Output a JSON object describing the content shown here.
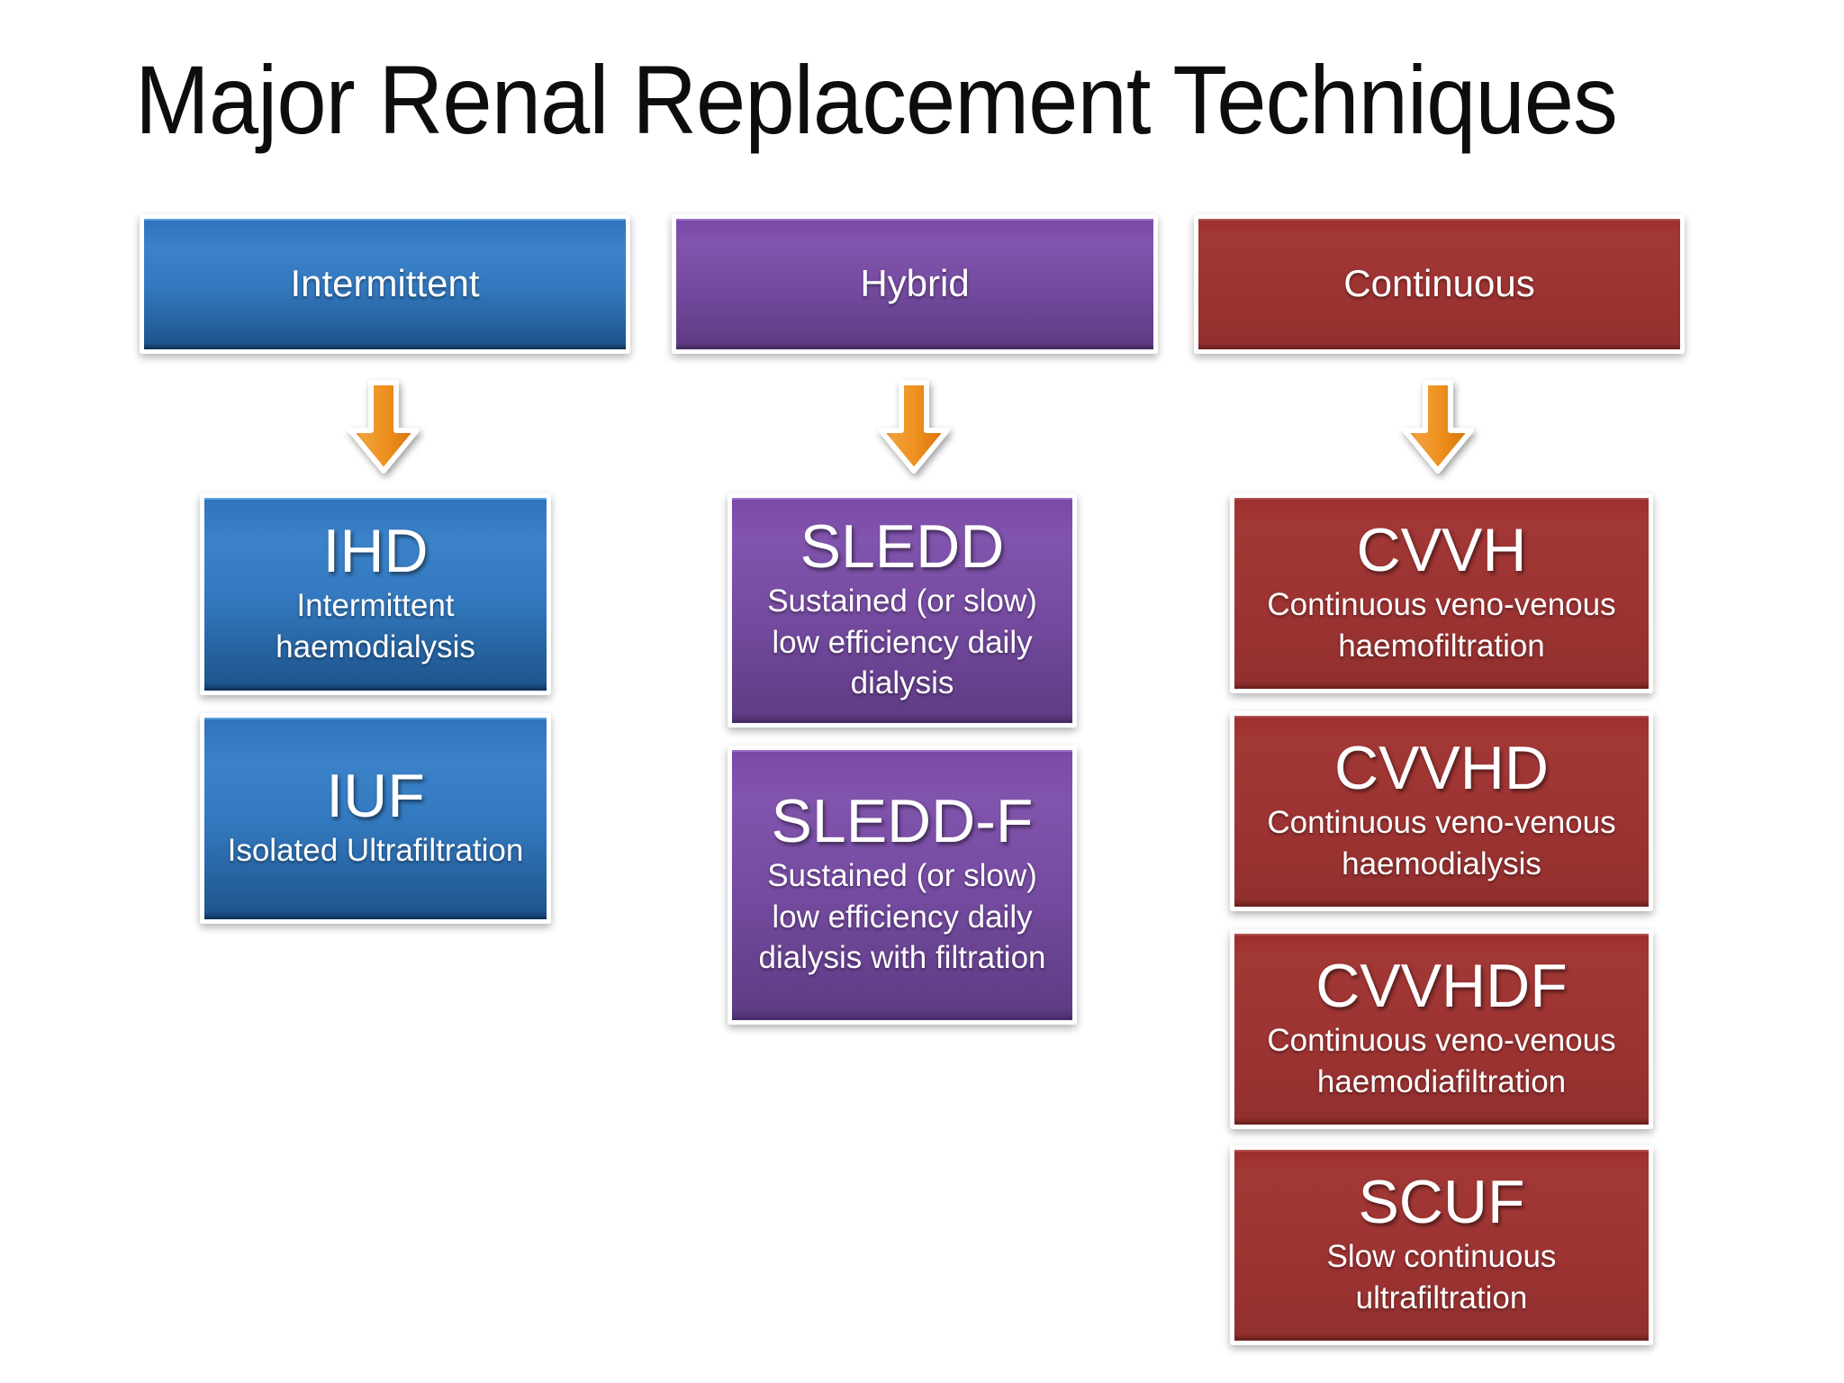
{
  "title": "Major Renal Replacement Techniques",
  "colors": {
    "blue": "#3379bf",
    "purple": "#744a9f",
    "red": "#9c3332",
    "arrow_orange": "#E8901C",
    "text_white": "#FFFFFF",
    "title_black": "#0D0D0D",
    "background": "#FFFFFF"
  },
  "columns": [
    {
      "key": "intermittent",
      "header": "Intermittent",
      "theme": "blue",
      "arrow_icon": "down-arrow-icon",
      "items": [
        {
          "abbr": "IHD",
          "desc": "Intermittent haemodialysis"
        },
        {
          "abbr": "IUF",
          "desc": "Isolated Ultrafiltration"
        }
      ]
    },
    {
      "key": "hybrid",
      "header": "Hybrid",
      "theme": "purple",
      "arrow_icon": "down-arrow-icon",
      "items": [
        {
          "abbr": "SLEDD",
          "desc": "Sustained (or slow) low efficiency daily dialysis"
        },
        {
          "abbr": "SLEDD-F",
          "desc": "Sustained (or slow) low efficiency daily dialysis with filtration"
        }
      ]
    },
    {
      "key": "continuous",
      "header": "Continuous",
      "theme": "red",
      "arrow_icon": "down-arrow-icon",
      "items": [
        {
          "abbr": "CVVH",
          "desc": "Continuous veno-venous haemofiltration"
        },
        {
          "abbr": "CVVHD",
          "desc": "Continuous veno-venous haemodialysis"
        },
        {
          "abbr": "CVVHDF",
          "desc": "Continuous veno-venous haemodiafiltration"
        },
        {
          "abbr": "SCUF",
          "desc": "Slow continuous ultrafiltration"
        }
      ]
    }
  ]
}
